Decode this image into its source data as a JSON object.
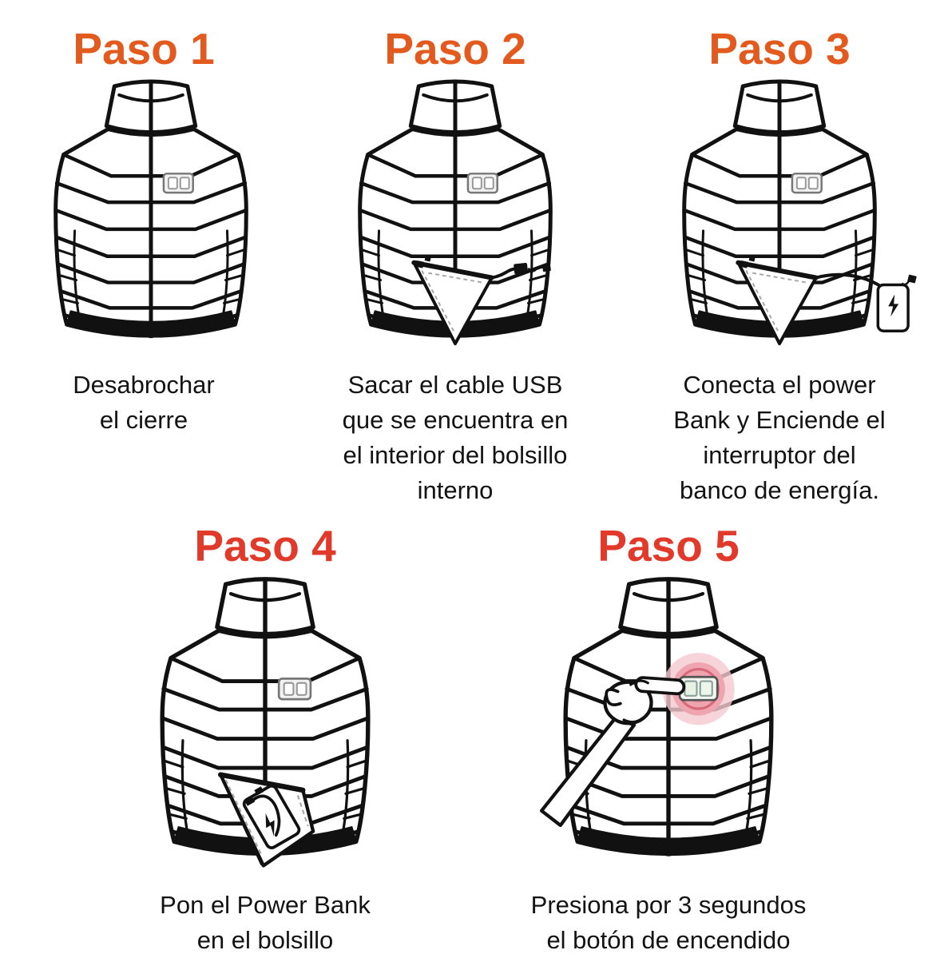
{
  "colors": {
    "title_top": "#E25A1E",
    "title_bottom": "#E13A2A",
    "outline": "#111111",
    "glow_pink": "#EFA5B0",
    "glow_ring": "#BE4A5B"
  },
  "steps": [
    {
      "title": "Paso 1",
      "caption": "Desabrochar el cierre",
      "caption_lines": [
        "Desabrochar",
        "el cierre"
      ],
      "illustration": "vest-outline"
    },
    {
      "title": "Paso 2",
      "caption": "Sacar el cable USB que se encuentra en el interior del bolsillo interno",
      "caption_lines": [
        "Sacar el cable USB",
        "que se encuentra en",
        "el interior del bolsillo",
        "interno"
      ],
      "illustration": "vest-open-pocket-usb-cable"
    },
    {
      "title": "Paso 3",
      "caption": "Conecta el power Bank y Enciende el interruptor del banco de energía.",
      "caption_lines": [
        "Conecta el power",
        "Bank y Enciende el",
        "interruptor del",
        "banco de energía."
      ],
      "illustration": "vest-pocket-cable-power-bank"
    },
    {
      "title": "Paso 4",
      "caption": "Pon el Power Bank en el bolsillo",
      "caption_lines": [
        "Pon el Power Bank",
        "en el bolsillo"
      ],
      "illustration": "vest-power-bank-inside-pocket"
    },
    {
      "title": "Paso 5",
      "caption": "Presiona por 3 segundos el botón de encendido",
      "caption_lines": [
        "Presiona por 3 segundos",
        "el botón de encendido"
      ],
      "illustration": "vest-hand-pressing-power-button"
    }
  ]
}
